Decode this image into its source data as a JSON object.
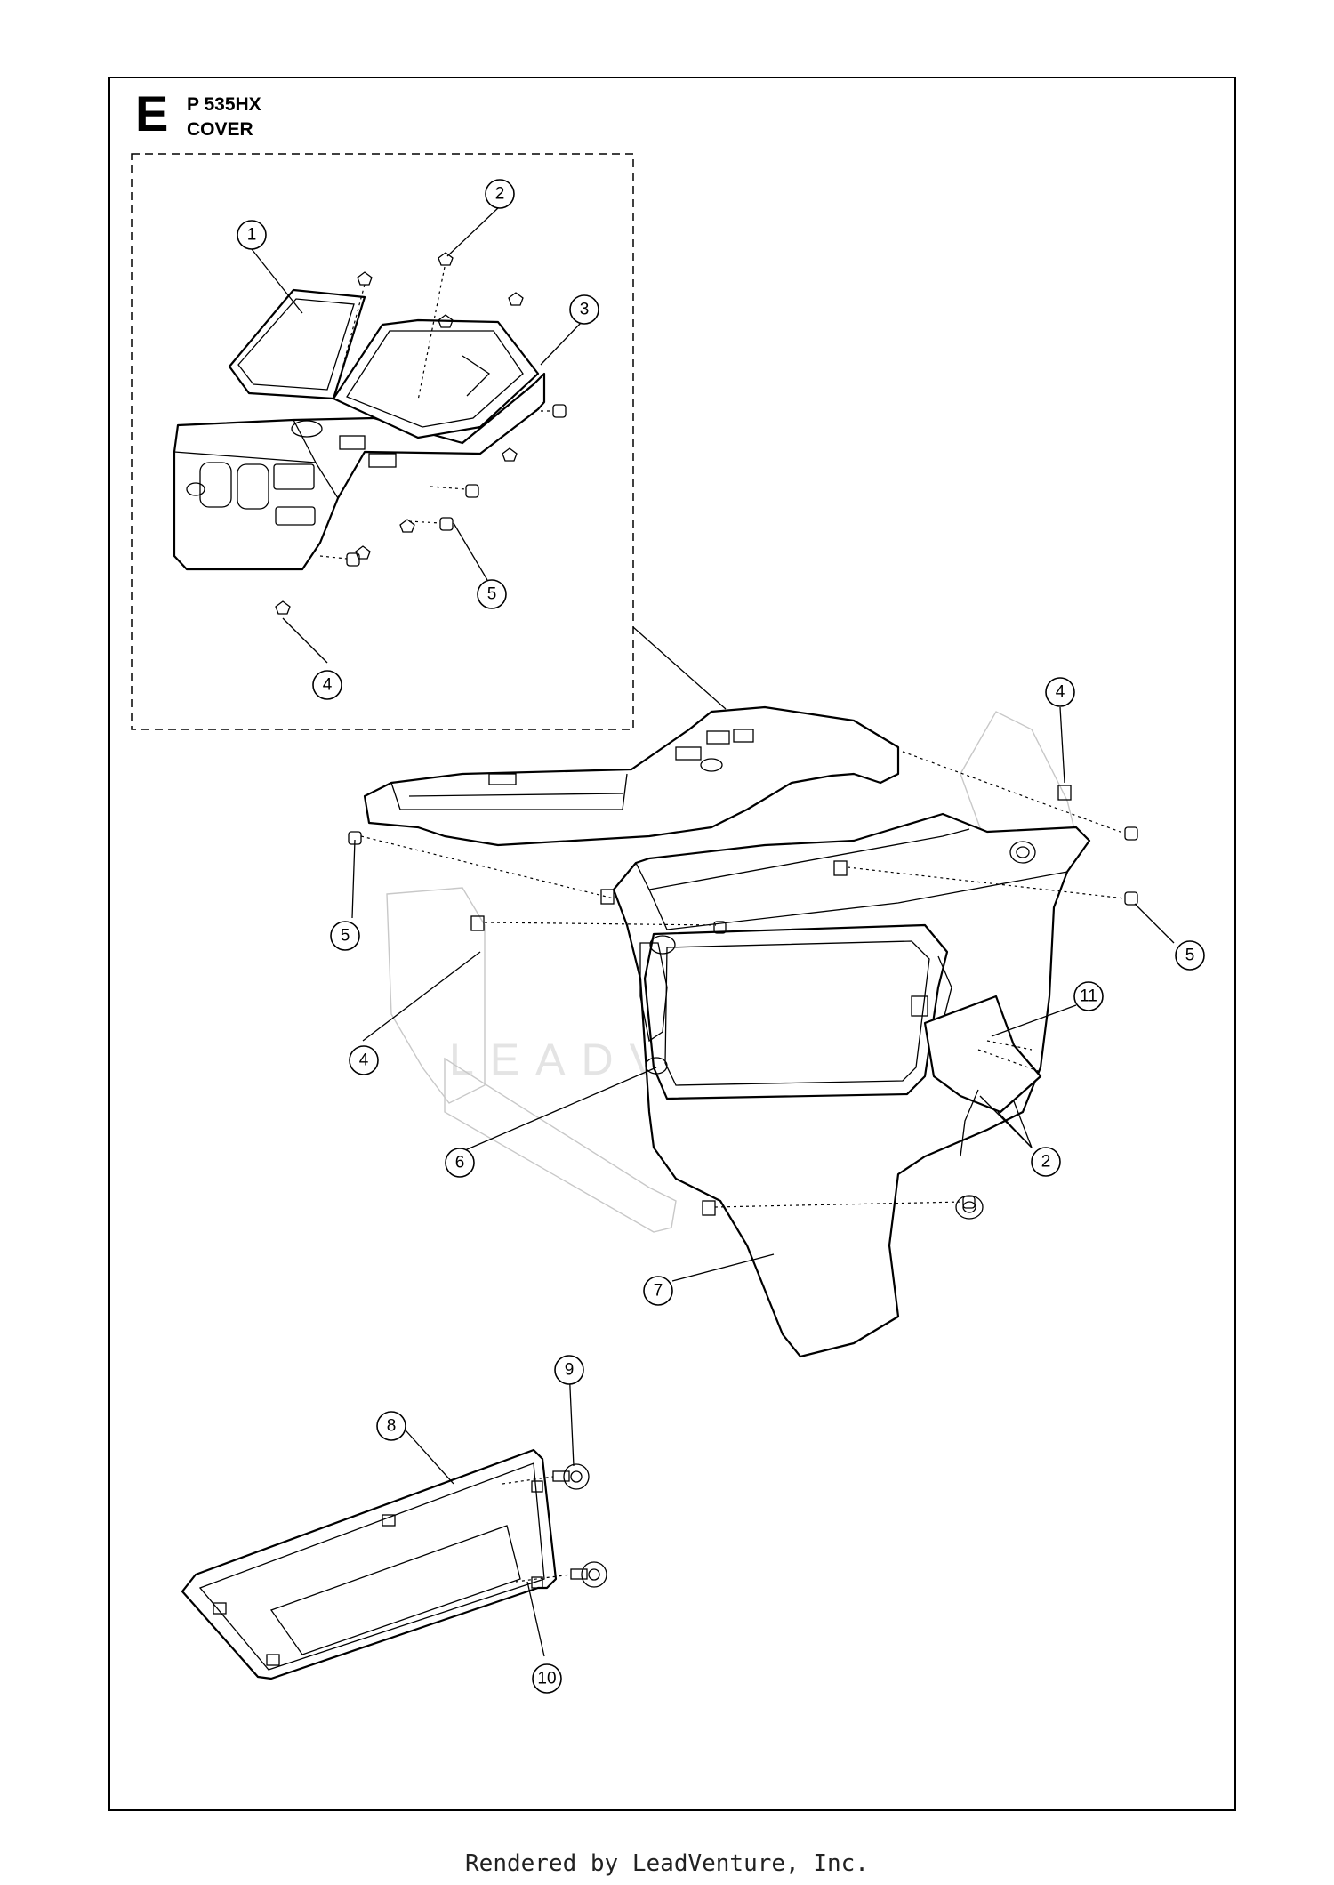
{
  "header": {
    "section_letter": "E",
    "model": "P 535HX",
    "title": "COVER"
  },
  "watermark": "LEADVENTURE",
  "footer": "Rendered by LeadVenture, Inc.",
  "callouts": [
    {
      "id": "c1",
      "label": "1"
    },
    {
      "id": "c2a",
      "label": "2"
    },
    {
      "id": "c3",
      "label": "3"
    },
    {
      "id": "c5a",
      "label": "5"
    },
    {
      "id": "c4a",
      "label": "4"
    },
    {
      "id": "c4b",
      "label": "4"
    },
    {
      "id": "c5b",
      "label": "5"
    },
    {
      "id": "c5c",
      "label": "5"
    },
    {
      "id": "c11",
      "label": "11"
    },
    {
      "id": "c4c",
      "label": "4"
    },
    {
      "id": "c6",
      "label": "6"
    },
    {
      "id": "c2b",
      "label": "2"
    },
    {
      "id": "c7",
      "label": "7"
    },
    {
      "id": "c9",
      "label": "9"
    },
    {
      "id": "c8",
      "label": "8"
    },
    {
      "id": "c10",
      "label": "10"
    }
  ]
}
